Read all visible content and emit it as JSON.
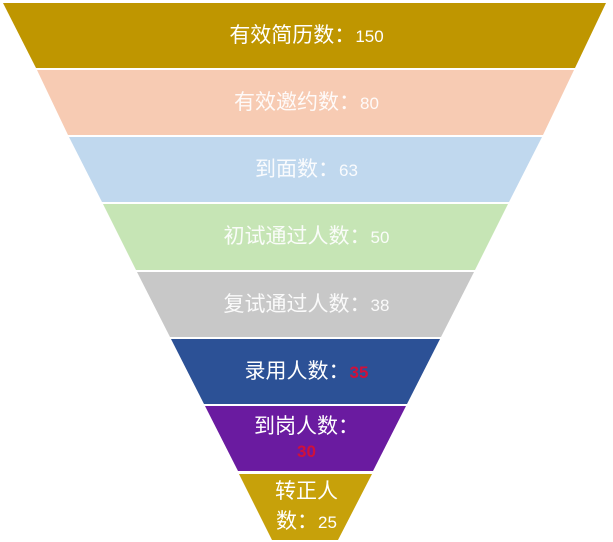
{
  "chart_data": {
    "type": "funnel",
    "title": "",
    "categories": [
      "有效简历数",
      "有效邀约数",
      "到面数",
      "初试通过人数",
      "复试通过人数",
      "录用人数",
      "到岗人数",
      "转正人数"
    ],
    "values": [
      150,
      80,
      63,
      50,
      38,
      35,
      30,
      25
    ],
    "colors": [
      "#BF9600",
      "#F7CBB3",
      "#C0D8EE",
      "#C6E5B5",
      "#C8C8C8",
      "#2C5196",
      "#6A1BA0",
      "#C7A10A"
    ],
    "value_colors": [
      "#FFFFFF",
      "#FFFFFF",
      "#FFFFFF",
      "#FFFFFF",
      "#FFFFFF",
      "#D0103A",
      "#D0103A",
      "#FFFFFF"
    ],
    "label_separator": "："
  },
  "bands": [
    {
      "label": "有效简历数：",
      "value": "150"
    },
    {
      "label": "有效邀约数：",
      "value": "80"
    },
    {
      "label": "到面数：",
      "value": "63"
    },
    {
      "label": "初试通过人数：",
      "value": "50"
    },
    {
      "label": "复试通过人数：",
      "value": "38"
    },
    {
      "label": "录用人数：",
      "value": "35"
    },
    {
      "label": "到岗人数：",
      "value": "30"
    },
    {
      "label": "转正人数：",
      "value": "25"
    }
  ]
}
